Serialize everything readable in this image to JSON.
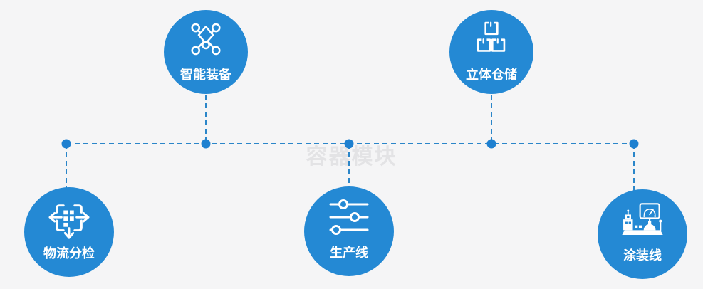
{
  "page": {
    "watermark": "容器模块"
  },
  "colors": {
    "background": "#f5f5f6",
    "node_blue": "#2489d4",
    "line_blue": "#2b86c9",
    "dot_blue": "#1e80d0",
    "label_white": "#ffffff",
    "watermark_gray": "#e3e3e5"
  },
  "nodes": [
    {
      "label": "智能装备",
      "icon": "network-nodes-icon",
      "position": "top-left"
    },
    {
      "label": "立体仓储",
      "icon": "stacked-boxes-icon",
      "position": "top-right"
    },
    {
      "label": "物流分检",
      "icon": "sort-distribute-icon",
      "position": "bottom-left"
    },
    {
      "label": "生产线",
      "icon": "sliders-icon",
      "position": "bottom-center"
    },
    {
      "label": "涂装线",
      "icon": "control-station-icon",
      "position": "bottom-right"
    }
  ]
}
